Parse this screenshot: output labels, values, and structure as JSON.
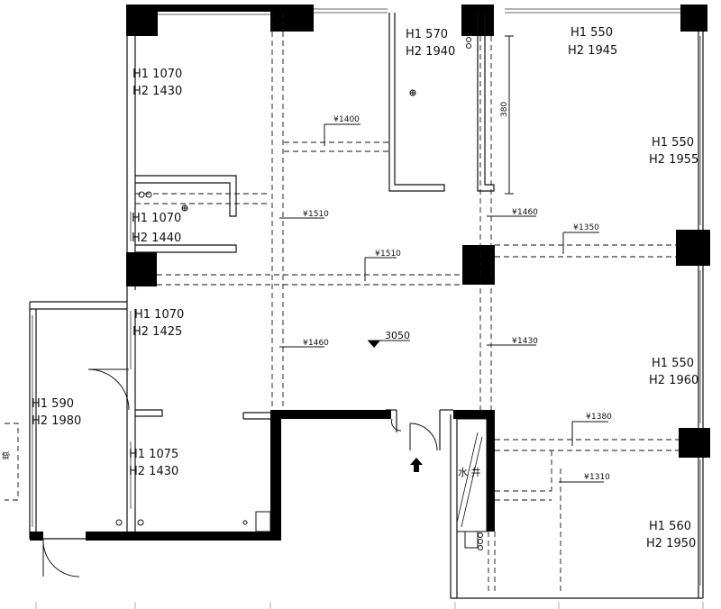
{
  "heights": [
    {
      "h1": "H1 1070",
      "h2": "H2 1430"
    },
    {
      "h1": "H1 570",
      "h2": "H2 1940"
    },
    {
      "h1": "H1 550",
      "h2": "H2 1945"
    },
    {
      "h1": "H1 550",
      "h2": "H2 1955"
    },
    {
      "h1": "H1 1070",
      "h2": "H2 1440"
    },
    {
      "h1": "H1 1070",
      "h2": "H2 1425"
    },
    {
      "h1": "H1 550",
      "h2": "H2 1960"
    },
    {
      "h1": "H1 590",
      "h2": "H2 1980"
    },
    {
      "h1": "H1 1075",
      "h2": "H2 1430"
    },
    {
      "h1": "H1 560",
      "h2": "H2 1950"
    }
  ],
  "ceiling_marks": [
    "1400",
    "1510",
    "1460",
    "1350",
    "1510",
    "1460",
    "1430",
    "1380",
    "1310"
  ],
  "ceiling_mark_prefix": "¥",
  "floor_level": "3050",
  "shaft_label": "水 井",
  "vertical_mark": "380",
  "balcony_label": "晾"
}
